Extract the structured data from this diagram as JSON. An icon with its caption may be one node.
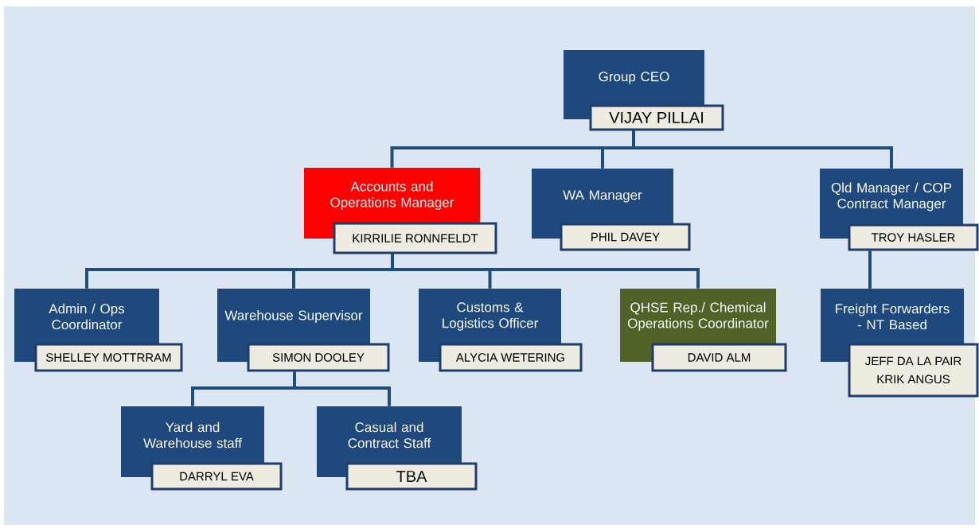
{
  "diagram": {
    "nodes": [
      {
        "text": [
          "Group CEO",
          "VIJAY PILLAI"
        ]
      },
      {
        "text": [
          "Accounts and Operations Manager",
          "KIRRILIE RONNFELDT"
        ]
      },
      {
        "text": [
          "WA Manager",
          "PHIL DAVEY"
        ]
      },
      {
        "text": [
          "Qld Manager / COP Contract Manager",
          "TROY HASLER"
        ]
      },
      {
        "text": [
          "Admin / Ops Coordinator",
          "SHELLEY MOTTRRAM"
        ]
      },
      {
        "text": [
          "Warehouse Supervisor",
          "SIMON DOOLEY"
        ]
      },
      {
        "text": [
          "Customs & Logistics Officer",
          "ALYCIA WETERING"
        ]
      },
      {
        "text": [
          "QHSE Rep./ Chemical Operations Coordinator",
          "DAVID ALM"
        ]
      },
      {
        "text": [
          "Freight Forwarders - NT Based",
          "JEFF DA LA PAIR",
          "KRIK ANGUS"
        ]
      },
      {
        "text": [
          "Yard and Warehouse staff",
          "DARRYL EVA"
        ]
      },
      {
        "text": [
          "Casual and Contract Staff",
          "TBA"
        ]
      }
    ],
    "edges": [
      {
        "from": 0,
        "to": 1,
        "arrow": "none"
      },
      {
        "from": 0,
        "to": 2,
        "arrow": "none"
      },
      {
        "from": 0,
        "to": 3,
        "arrow": "none"
      },
      {
        "from": 1,
        "to": 4,
        "arrow": "none"
      },
      {
        "from": 1,
        "to": 5,
        "arrow": "none"
      },
      {
        "from": 1,
        "to": 6,
        "arrow": "none"
      },
      {
        "from": 1,
        "to": 7,
        "arrow": "none"
      },
      {
        "from": 3,
        "to": 8,
        "arrow": "none"
      },
      {
        "from": 5,
        "to": 9,
        "arrow": "none"
      },
      {
        "from": 5,
        "to": 10,
        "arrow": "none"
      }
    ]
  }
}
